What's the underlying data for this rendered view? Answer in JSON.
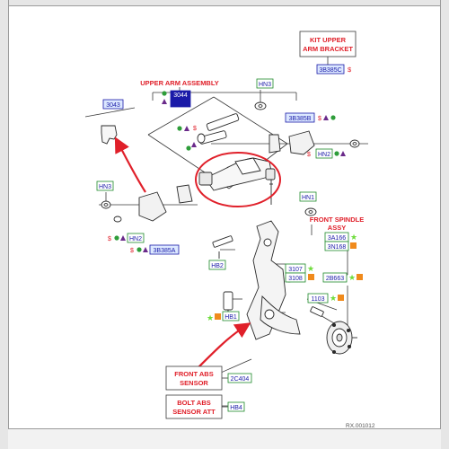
{
  "diagram": {
    "footer_ref": "RX.001012",
    "callouts": {
      "kit_upper_arm_bracket": {
        "line1": "KIT UPPER",
        "line2": "ARM BRACKET"
      },
      "upper_arm_assembly": "UPPER ARM ASSEMBLY",
      "front_spindle_assy": {
        "line1": "FRONT SPINDLE",
        "line2": "ASSY"
      },
      "front_abs_sensor": {
        "line1": "FRONT ABS",
        "line2": "SENSOR"
      },
      "bolt_abs_sensor_att": {
        "line1": "BOLT ABS",
        "line2": "SENSOR ATT"
      }
    },
    "part_labels": {
      "p3b385c": "3B385C",
      "p3043": "3043",
      "p3044": "3044",
      "p3b385b": "3B385B",
      "hn3_top": "HN3",
      "hn2_right": "HN2",
      "hn3_left": "HN3",
      "hn2_left": "HN2",
      "p3b385a": "3B385A",
      "hn1": "HN1",
      "p3a166": "3A166",
      "p3n168": "3N168",
      "hb2": "HB2",
      "p3107": "3107",
      "p3108": "3108",
      "p2b663": "2B663",
      "p1103": "1103",
      "hb1": "HB1",
      "p2c404": "2C404",
      "hb4": "HB4"
    },
    "symbols": {
      "dollar": "$"
    },
    "colors": {
      "callout_red": "#e0202a",
      "label_blue": "#1a1aa8",
      "label_fill": "#dce8ff",
      "label_green_border": "#1f8a2a",
      "dot_green": "#2e9d3a",
      "triangle_purple": "#6a2a8a",
      "square_orange": "#f08a1c",
      "star_green": "#6fdc3c",
      "line_gray": "#3a3a3a"
    }
  }
}
